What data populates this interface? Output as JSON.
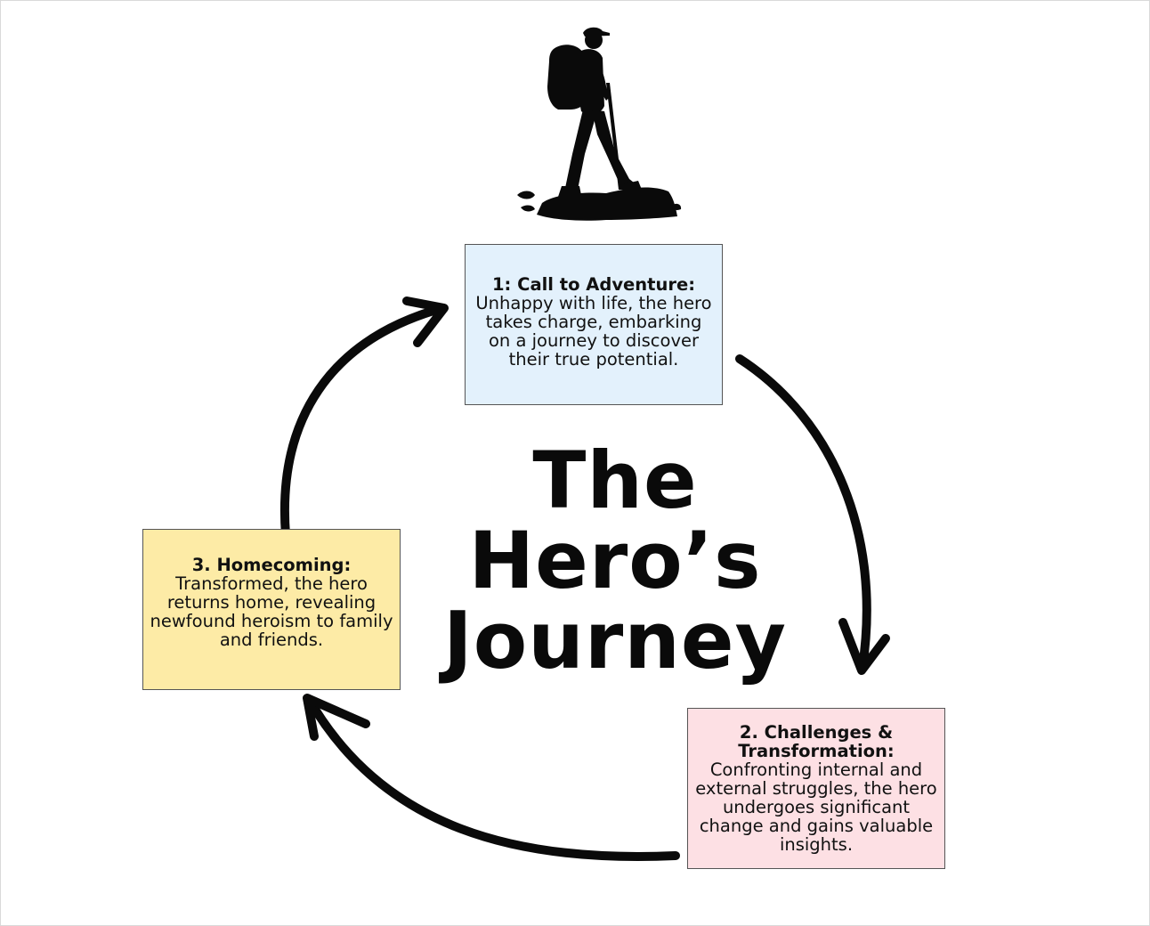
{
  "title": {
    "line1": "The",
    "line2": "Hero’s",
    "line3": "Journey"
  },
  "stages": [
    {
      "title": "1: Call to Adventure:",
      "lines": [
        "Unhappy with life, the hero",
        "takes charge, embarking",
        "on a journey to discover",
        "their true potential."
      ],
      "color": "#e3f1fc"
    },
    {
      "title": "2. Challenges & Transformation:",
      "lines": [
        "Confronting internal and",
        "external struggles, the hero",
        "undergoes significant",
        "change and gains valuable",
        "insights."
      ],
      "color": "#fde0e4"
    },
    {
      "title": "3. Homecoming:",
      "lines": [
        "Transformed, the hero",
        "returns home, revealing",
        "newfound heroism to family",
        "and friends."
      ],
      "color": "#fdeba6"
    }
  ],
  "icons": {
    "hiker": "hiker-silhouette-icon",
    "arrow": "curved-arrow-icon"
  },
  "colors": {
    "arrow": "#0a0a0a",
    "silhouette": "#0a0a0a"
  }
}
